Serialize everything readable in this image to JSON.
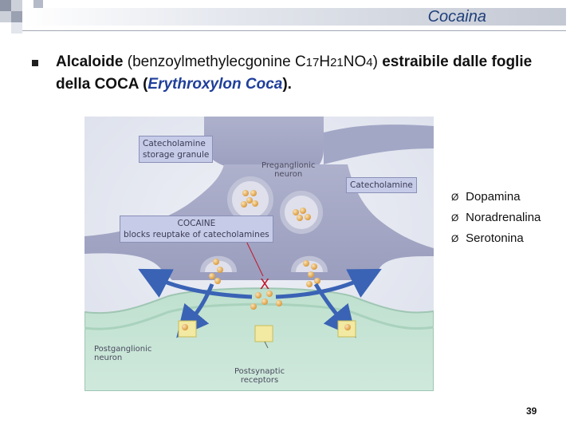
{
  "header": {
    "title": "Cocaina"
  },
  "body": {
    "title_bold": "Alcaloide",
    "formula_open": "(benzoylmethylecgonine C",
    "sub1": "17",
    "h": "H",
    "sub2": "21",
    "no": "NO",
    "sub3": "4",
    "formula_close": ")",
    "rest": " estraibile dalle foglie della COCA (",
    "species": "Erythroxylon Coca",
    "end": ")."
  },
  "figure": {
    "label_granule_1": "Catecholamine",
    "label_granule_2": "storage granule",
    "label_preganglionic_1": "Preganglionic",
    "label_preganglionic_2": "neuron",
    "label_catecholamine": "Catecholamine",
    "label_cocaine_1": "COCAINE",
    "label_cocaine_2": "blocks reuptake of catecholamines",
    "label_postganglionic_1": "Postganglionic",
    "label_postganglionic_2": "neuron",
    "label_receptors_1": "Postsynaptic",
    "label_receptors_2": "receptors",
    "block_mark": "X"
  },
  "list": {
    "marker": "Ø",
    "items": [
      "Dopamina",
      "Noradrenalina",
      "Serotonina"
    ]
  },
  "footer": {
    "page_number": "39"
  },
  "colors": {
    "title_blue": "#1f3f7a",
    "species_blue": "#1f3f9a",
    "label_bg": "#c6cbe7",
    "block_red": "#c0182a"
  }
}
